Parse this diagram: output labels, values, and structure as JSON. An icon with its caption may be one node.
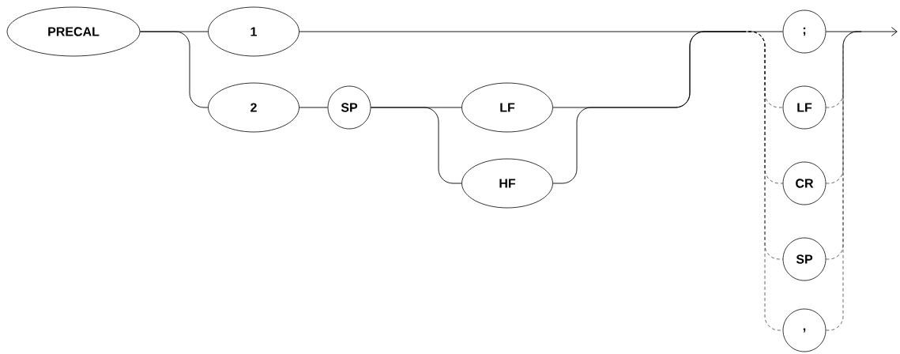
{
  "diagram": {
    "nodes": [
      {
        "text": [
          "PRECAL"
        ]
      },
      {
        "text": [
          "1"
        ]
      },
      {
        "text": [
          "2"
        ]
      },
      {
        "text": [
          "SP"
        ]
      },
      {
        "text": [
          "LF"
        ]
      },
      {
        "text": [
          "HF"
        ]
      },
      {
        "text": [
          ";"
        ]
      },
      {
        "text": [
          "LF"
        ]
      },
      {
        "text": [
          "CR"
        ]
      },
      {
        "text": [
          "SP"
        ]
      },
      {
        "text": [
          ","
        ]
      }
    ],
    "edges": [
      {
        "from": 0,
        "to": 1,
        "arrow": "none"
      },
      {
        "from": 0,
        "to": 2,
        "arrow": "none"
      },
      {
        "from": 2,
        "to": 3,
        "arrow": "none"
      },
      {
        "from": 3,
        "to": 4,
        "arrow": "none"
      },
      {
        "from": 3,
        "to": 5,
        "arrow": "none"
      },
      {
        "from": 1,
        "to": 6,
        "arrow": "none"
      },
      {
        "from": 4,
        "to": 6,
        "arrow": "none"
      },
      {
        "from": 5,
        "to": 6,
        "arrow": "none"
      },
      {
        "from": 1,
        "to": 7,
        "arrow": "none"
      },
      {
        "from": 1,
        "to": 8,
        "arrow": "none"
      },
      {
        "from": 1,
        "to": 9,
        "arrow": "none"
      },
      {
        "from": 1,
        "to": 10,
        "arrow": "none"
      },
      {
        "from": 4,
        "to": 7,
        "arrow": "none"
      },
      {
        "from": 4,
        "to": 8,
        "arrow": "none"
      },
      {
        "from": 4,
        "to": 9,
        "arrow": "none",
        "style": "dashed"
      },
      {
        "from": 4,
        "to": 10,
        "arrow": "none",
        "style": "dashed"
      },
      {
        "from": 5,
        "to": 7,
        "arrow": "none"
      },
      {
        "from": 5,
        "to": 8,
        "arrow": "none"
      },
      {
        "from": 5,
        "to": 9,
        "arrow": "none"
      },
      {
        "from": 5,
        "to": 10,
        "arrow": "none",
        "style": "dashed"
      },
      {
        "from": 6,
        "to": null,
        "arrow": "to"
      },
      {
        "from": 7,
        "to": null,
        "arrow": "to",
        "style": "dashed"
      },
      {
        "from": 8,
        "to": null,
        "arrow": "to",
        "style": "dashed"
      },
      {
        "from": 9,
        "to": null,
        "arrow": "to",
        "style": "dashed"
      },
      {
        "from": 10,
        "to": null,
        "arrow": "to",
        "style": "dashed"
      }
    ]
  }
}
